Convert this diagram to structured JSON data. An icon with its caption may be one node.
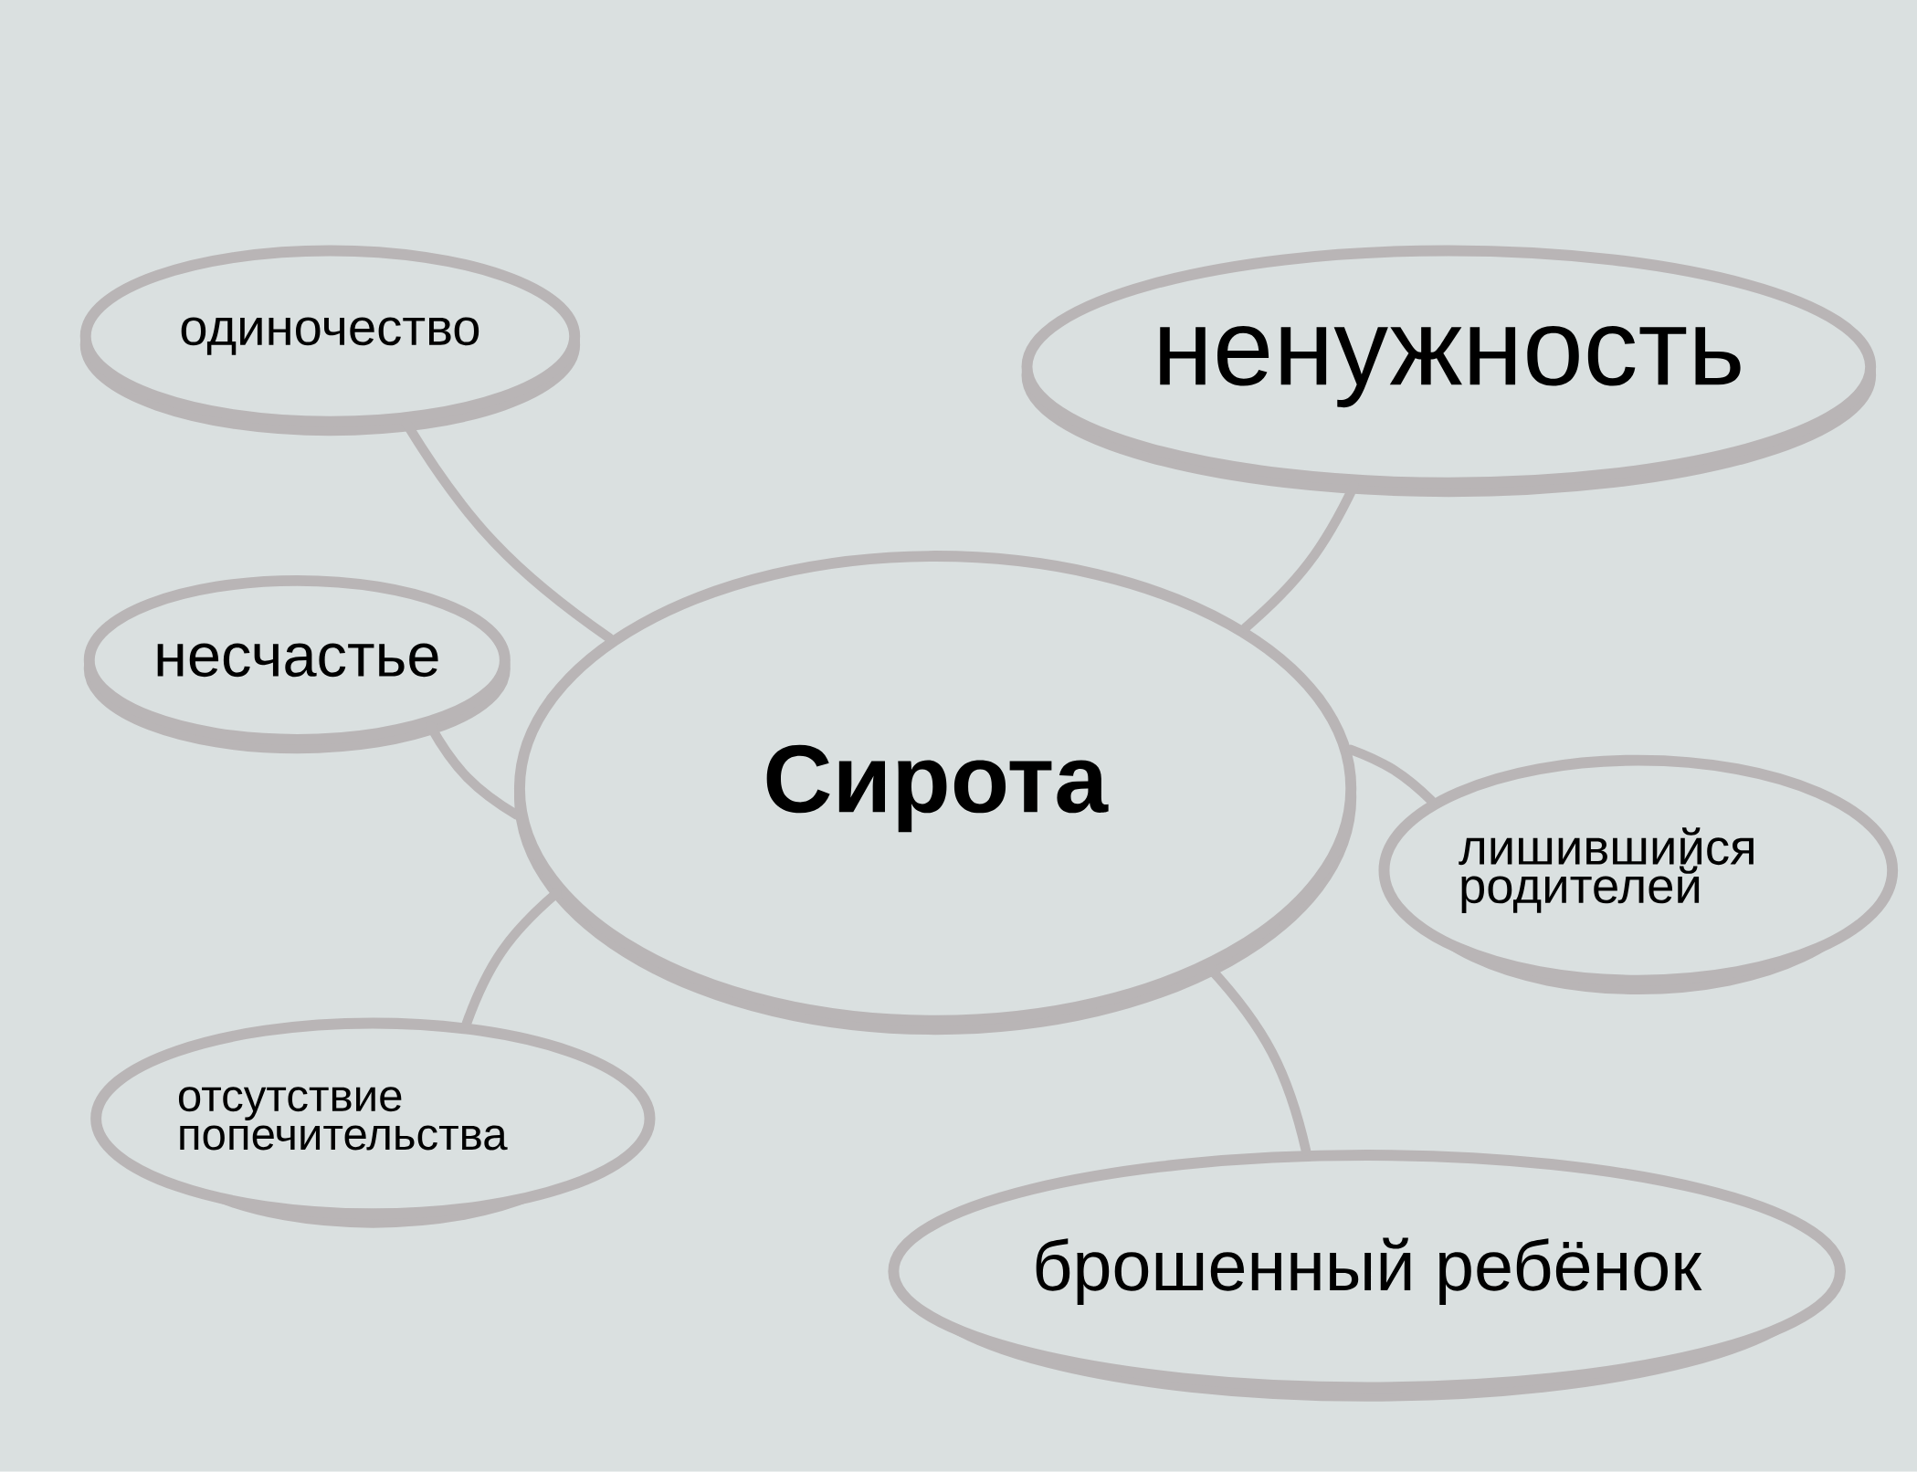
{
  "diagram": {
    "nodes": [
      {
        "text": [
          "Сирота"
        ]
      },
      {
        "text": [
          "одиночество"
        ]
      },
      {
        "text": [
          "ненужность"
        ]
      },
      {
        "text": [
          "несчастье"
        ]
      },
      {
        "text": [
          "лишившийся родителей"
        ]
      },
      {
        "text": [
          "отсутствие попечительства"
        ]
      },
      {
        "text": [
          "брошенный ребёнок"
        ]
      }
    ],
    "edges": [
      {
        "from": 0,
        "to": 1,
        "arrow": "none"
      },
      {
        "from": 0,
        "to": 2,
        "arrow": "none"
      },
      {
        "from": 0,
        "to": 3,
        "arrow": "none"
      },
      {
        "from": 0,
        "to": 4,
        "arrow": "none"
      },
      {
        "from": 0,
        "to": 5,
        "arrow": "none"
      },
      {
        "from": 0,
        "to": 6,
        "arrow": "none"
      }
    ]
  }
}
